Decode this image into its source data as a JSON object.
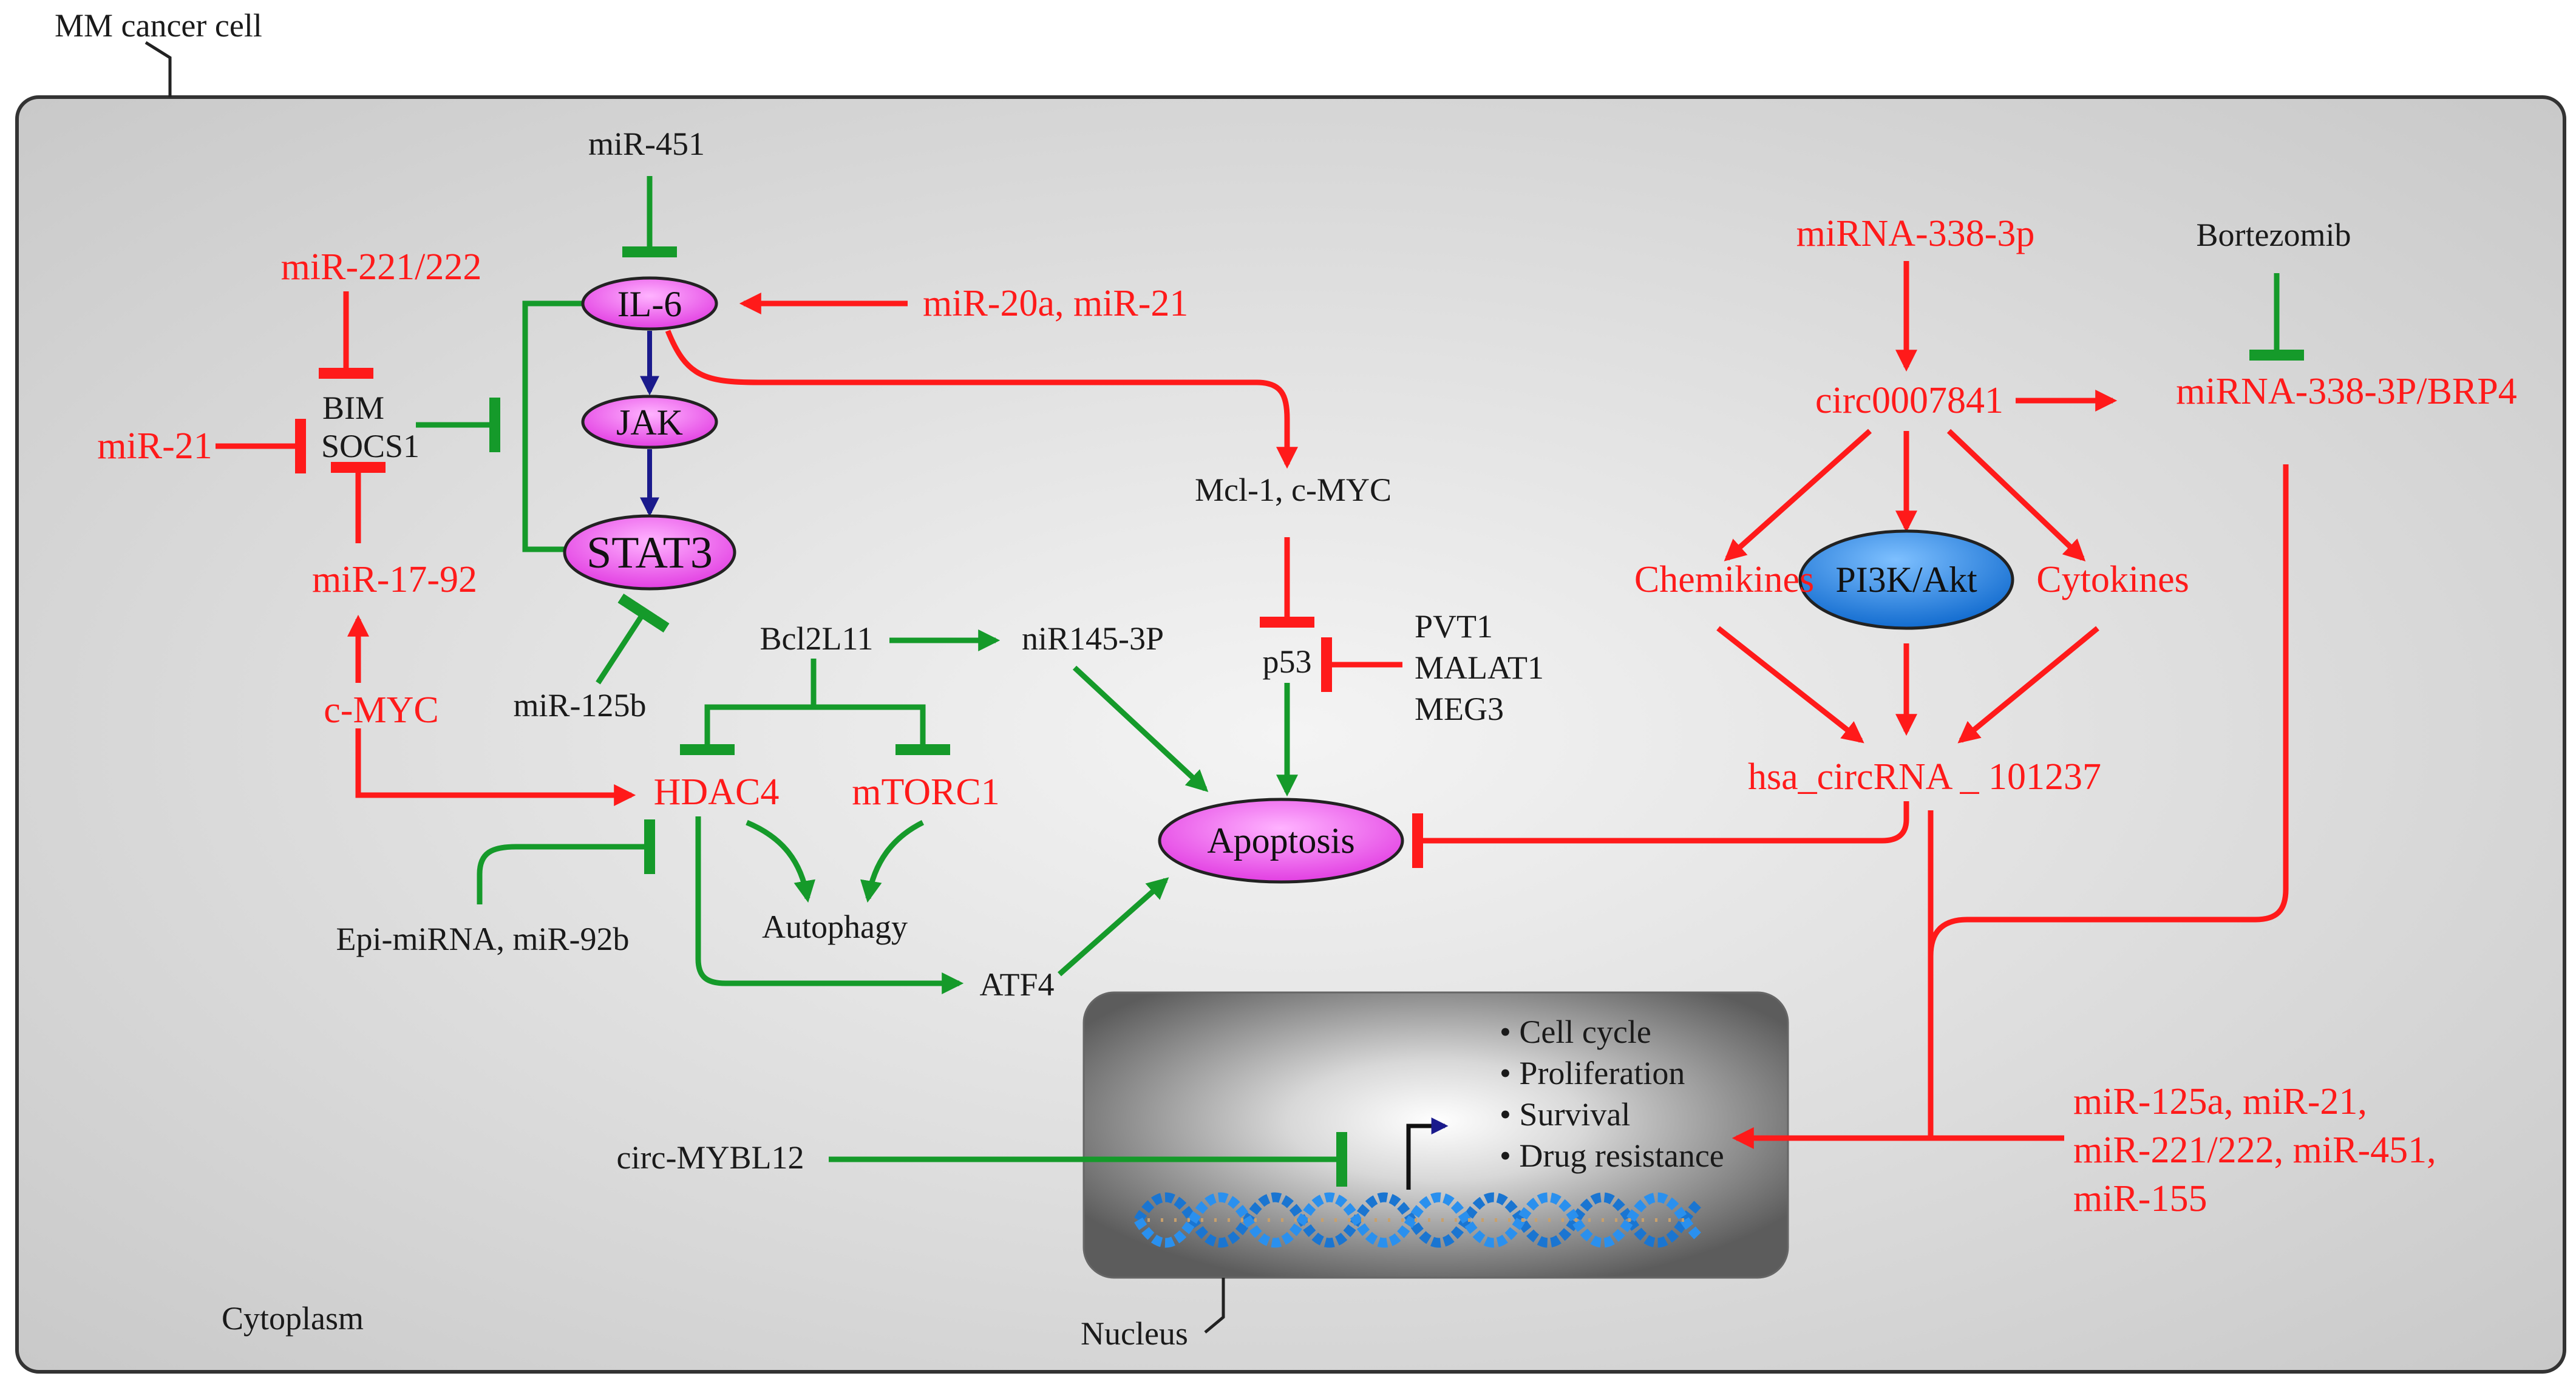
{
  "labels": {
    "cell": "MM cancer cell",
    "cytoplasm": "Cytoplasm",
    "nucleus": "Nucleus"
  },
  "nodes": {
    "il6": "IL-6",
    "jak": "JAK",
    "stat3": "STAT3",
    "apoptosis": "Apoptosis",
    "pi3k": "PI3K/Akt"
  },
  "regulators": {
    "mir451": "miR-451",
    "mir221_222": "miR-221/222",
    "bim": "BIM",
    "socs1": "SOCS1",
    "mir21": "miR-21",
    "mir17_92": "miR-17-92",
    "cmyc": "c-MYC",
    "mir125b": "miR-125b",
    "mir20a_mir21": "miR-20a, miR-21",
    "mcl1_cmyc": "Mcl-1, c-MYC",
    "p53": "p53",
    "pvt1": "PVT1",
    "malat1": "MALAT1",
    "meg3": "MEG3",
    "bcl2l11": "Bcl2L11",
    "nir145": "niR145-3P",
    "hdac4": "HDAC4",
    "mtorc1": "mTORC1",
    "epi_mirna": "Epi-miRNA, miR-92b",
    "autophagy": "Autophagy",
    "atf4": "ATF4",
    "mirna338": "miRNA-338-3p",
    "bortezomib": "Bortezomib",
    "circ0007841": "circ0007841",
    "mirna338_brp4": "miRNA-338-3P/BRP4",
    "chemikines": "Chemikines",
    "cytokines": "Cytokines",
    "hsa_circ": "hsa_circRNA _ 101237",
    "circ_mybl12": "circ-MYBL12",
    "mir_list_1": "miR-125a, miR-21,",
    "mir_list_2": "miR-221/222, miR-451,",
    "mir_list_3": "miR-155"
  },
  "outcomes": [
    "• Cell cycle",
    "• Proliferation",
    "• Survival",
    "• Drug resistance"
  ],
  "colors": {
    "activation": "#ff1a1a",
    "inhibition_green": "#159a2a",
    "signal_blue": "#1a1a8c",
    "node_fill": "#ff66ff",
    "pi3k_fill": "#1f7fe0",
    "cell_fill": "#d7d7d7",
    "nucleus_fill": "#6e6e6e"
  }
}
